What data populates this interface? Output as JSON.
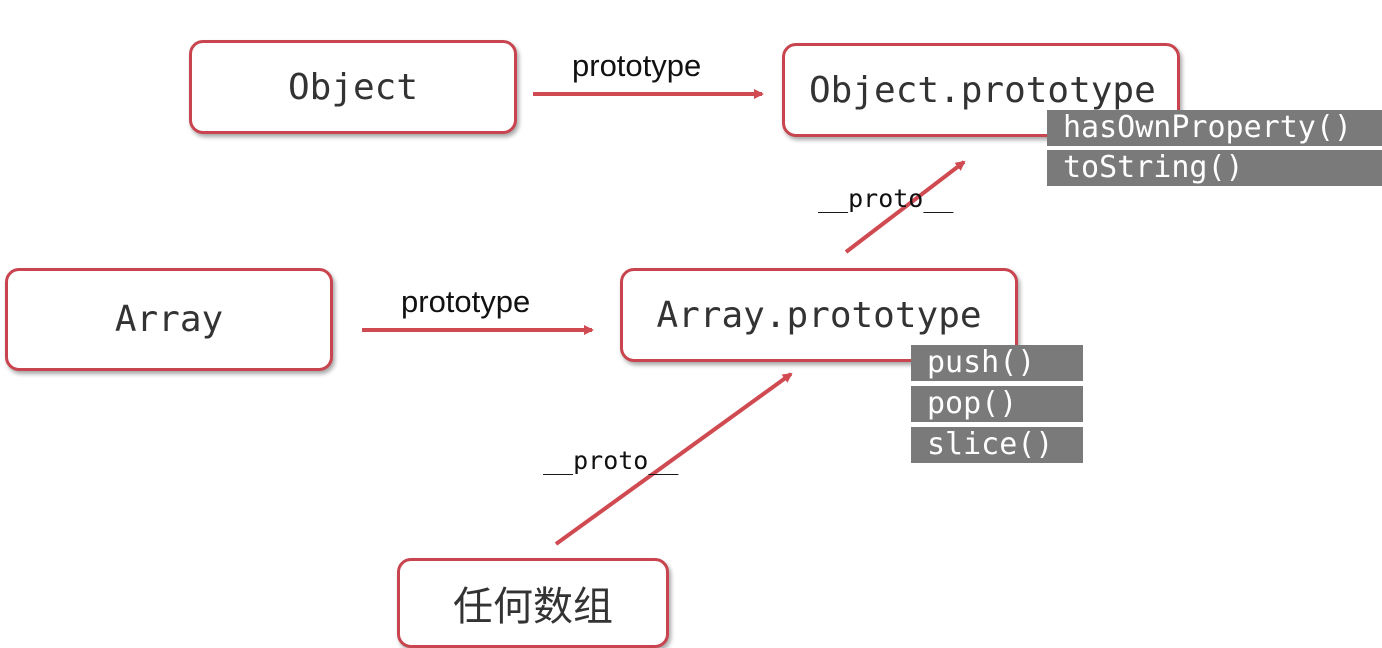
{
  "nodes": {
    "object": "Object",
    "object_prototype": "Object.prototype",
    "array": "Array",
    "array_prototype": "Array.prototype",
    "any_array": "任何数组"
  },
  "edge_labels": {
    "object_prototype": "prototype",
    "array_prototype": "prototype",
    "array_proto_link": "__proto__",
    "instance_proto_link": "__proto__"
  },
  "object_prototype_methods": [
    "hasOwnProperty()",
    "toString()"
  ],
  "array_prototype_methods": [
    "push()",
    "pop()",
    "slice()"
  ],
  "colors": {
    "node_border": "#c8454f",
    "arrow": "#d04a52",
    "method_bg": "#7a7a7a"
  }
}
